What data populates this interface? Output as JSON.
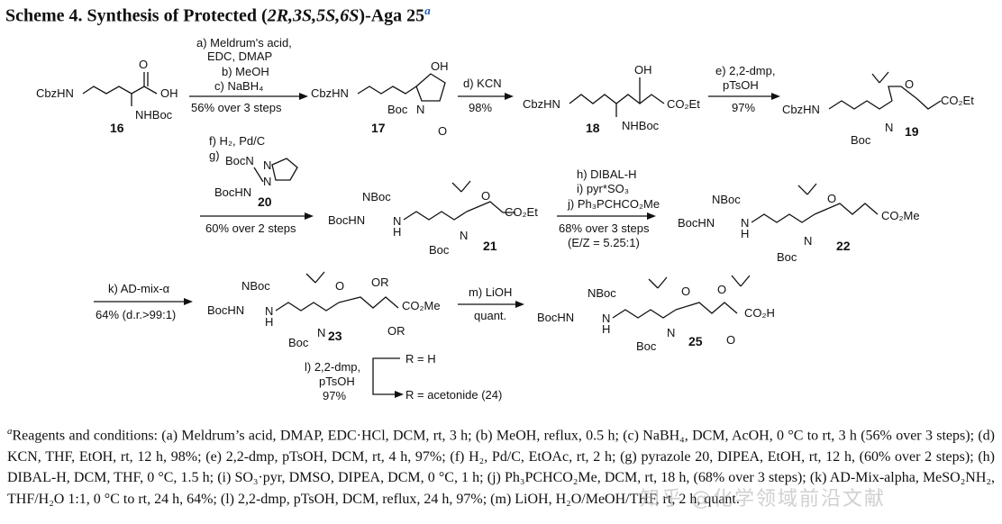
{
  "title": {
    "prefix": "Scheme 4. Synthesis of Protected (",
    "stereo": "2R,3S,5S,6S",
    "suffix": ")-Aga 25",
    "marker": "a"
  },
  "compounds": {
    "c16": "16",
    "c17": "17",
    "c18": "18",
    "c19": "19",
    "c20": "20",
    "c21": "21",
    "c22": "22",
    "c23": "23",
    "c24": "24",
    "c25": "25"
  },
  "labels": {
    "CbzHN": "CbzHN",
    "NHBoc": "NHBoc",
    "OH": "OH",
    "O": "O",
    "Boc": "Boc",
    "N": "N",
    "CO2Et": "CO₂Et",
    "CO2Me": "CO₂Me",
    "CO2H": "CO₂H",
    "NBoc": "NBoc",
    "BocHN": "BocHN",
    "BocN": "BocN",
    "H": "H",
    "OR": "OR"
  },
  "arrows": {
    "a1": [
      "a) Meldrum's acid,",
      "EDC, DMAP",
      "b) MeOH",
      "c) NaBH₄"
    ],
    "a1_yield": "56% over 3 steps",
    "a2": "d) KCN",
    "a2_yield": "98%",
    "a3": [
      "e) 2,2-dmp,",
      "pTsOH"
    ],
    "a3_yield": "97%",
    "a4": [
      "f) H₂, Pd/C",
      "g)"
    ],
    "a4_yield": "60% over 2 steps",
    "a5": [
      "h) DIBAL-H",
      "i) pyr*SO₃",
      "j) Ph₃PCHCO₂Me"
    ],
    "a5_yield": [
      "68% over 3 steps",
      "(E/Z = 5.25:1)"
    ],
    "a6": "k) AD-mix-α",
    "a6_yield": "64% (d.r.>99:1)",
    "a7": "m) LiOH",
    "a7_yield": "quant.",
    "a8": [
      "l) 2,2-dmp,",
      "pTsOH",
      "97%"
    ],
    "r_h": "R = H",
    "r_acetonide": "R = acetonide (24)"
  },
  "footnote": "Reagents and conditions: (a) Meldrum’s acid, DMAP, EDC·HCl, DCM, rt, 3 h; (b) MeOH, reflux, 0.5 h; (c) NaBH₄, DCM, AcOH, 0 °C to rt, 3 h (56% over 3 steps); (d) KCN, THF, EtOH, rt, 12 h, 98%; (e) 2,2-dmp, pTsOH, DCM, rt, 4 h, 97%; (f) H₂, Pd/C, EtOAc, rt, 2 h; (g) pyrazole 20, DIPEA, EtOH, rt, 12 h, (60% over 2 steps); (h) DIBAL-H, DCM, THF, 0 °C, 1.5 h; (i) SO₃·pyr, DMSO, DIPEA, DCM, 0 °C, 1 h; (j) Ph₃PCHCO₂Me, DCM, rt, 18 h, (68% over 3 steps); (k) AD-Mix-alpha, MeSO₂NH₂, THF/H₂O 1:1, 0 °C to rt, 24 h, 64%; (l) 2,2-dmp, pTsOH, DCM, reflux, 24 h, 97%; (m) LiOH, H₂O/MeOH/THF, rt, 2 h, quant.",
  "footnote_marker": "a",
  "watermark": "知乎 @化学领域前沿文献"
}
